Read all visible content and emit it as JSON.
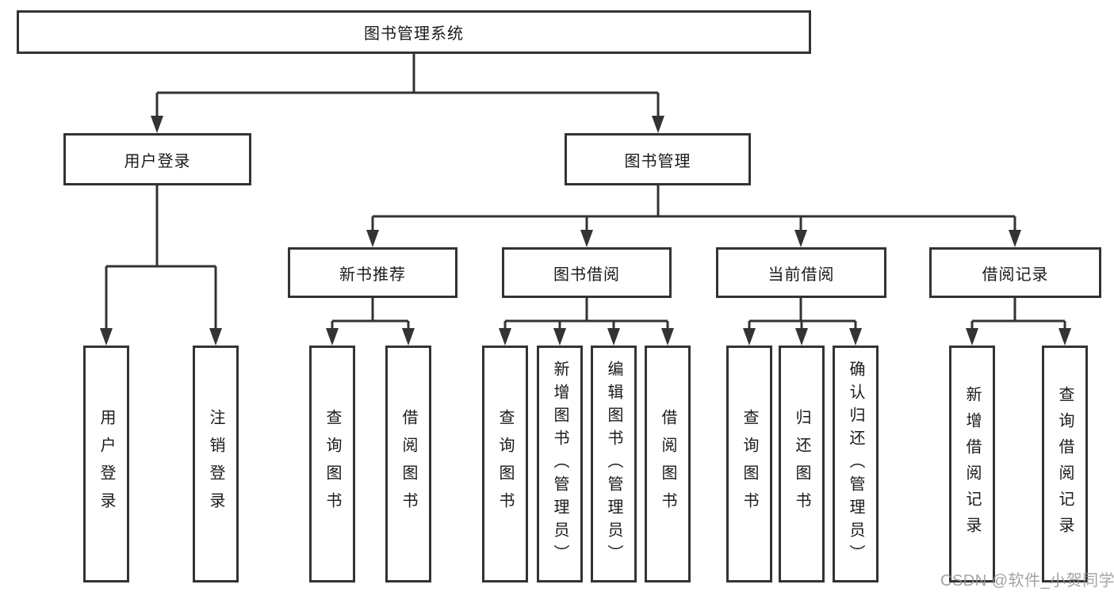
{
  "diagram": {
    "title": "图书管理系统",
    "branches": [
      {
        "label": "用户登录",
        "leaves": [
          "用户登录",
          "注销登录"
        ]
      },
      {
        "label": "图书管理",
        "groups": [
          {
            "label": "新书推荐",
            "leaves": [
              "查询图书",
              "借阅图书"
            ]
          },
          {
            "label": "图书借阅",
            "leaves": [
              "查询图书",
              "新增图书（管理员）",
              "编辑图书（管理员）",
              "借阅图书"
            ]
          },
          {
            "label": "当前借阅",
            "leaves": [
              "查询图书",
              "归还图书",
              "确认归还（管理员）"
            ]
          },
          {
            "label": "借阅记录",
            "leaves": [
              "新增借阅记录",
              "查询借阅记录"
            ]
          }
        ]
      }
    ]
  },
  "watermark": "CSDN @软件_小贺同学",
  "colors": {
    "line": "#333333",
    "box_border": "#333333",
    "text": "#1a1a1a",
    "background": "#ffffff",
    "watermark": "#949494"
  }
}
